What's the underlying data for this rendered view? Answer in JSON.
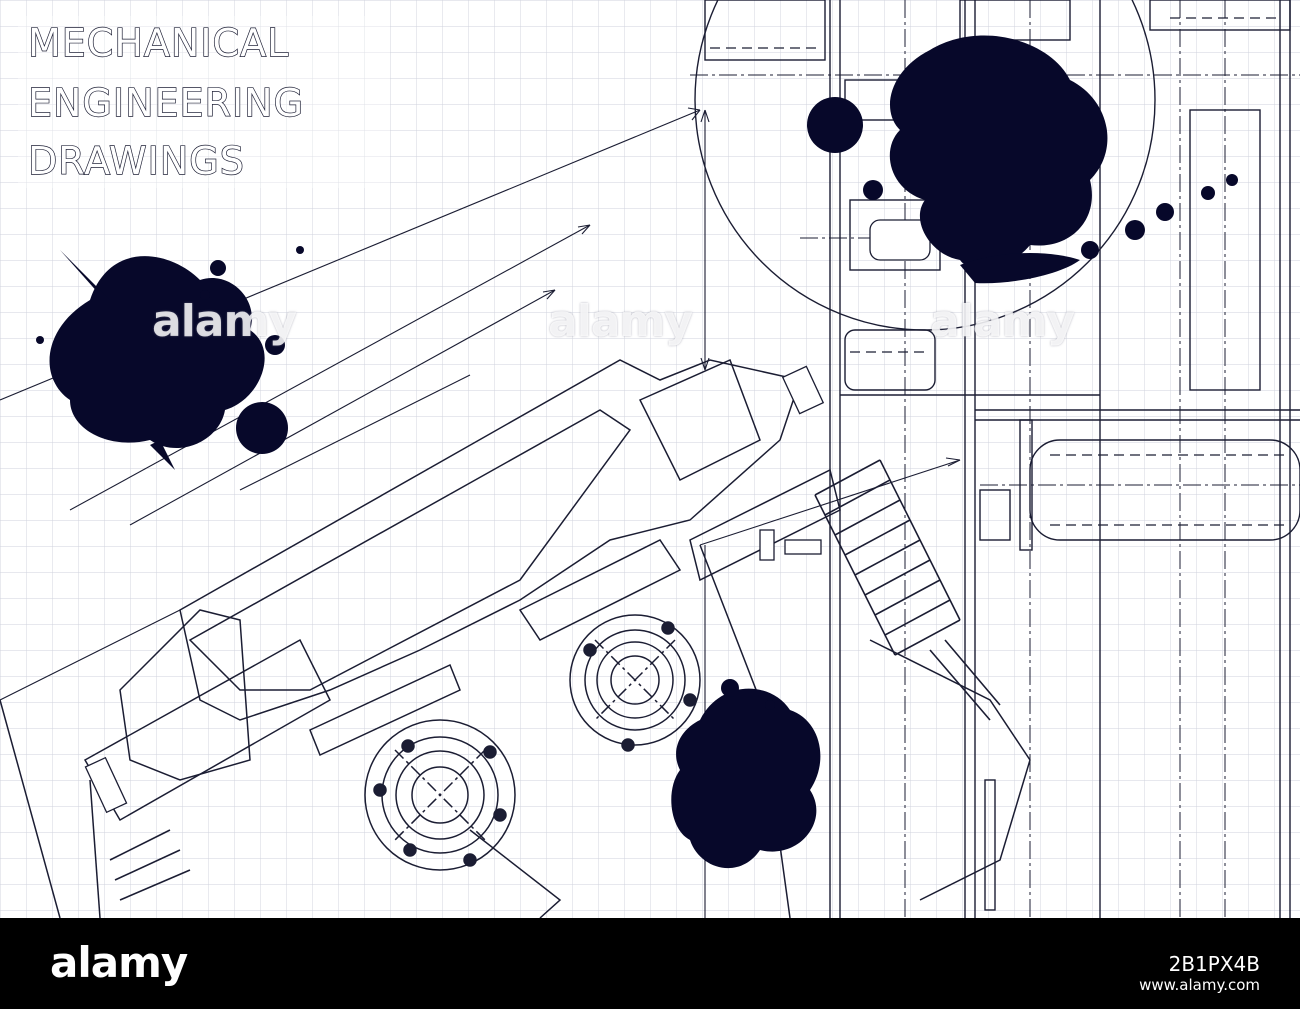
{
  "title": {
    "line1": "MECHANICAL",
    "line2": "ENGINEERING",
    "line3": "DRAWINGS"
  },
  "colors": {
    "paper": "#ffffff",
    "grid": "#c9ccd6",
    "ink": "#1b1d33",
    "blot": "#07082a",
    "footer": "#000000"
  },
  "watermark": {
    "text": "alamy"
  },
  "footer": {
    "logo": "alamy",
    "image_id": "2B1PX4B",
    "url": "www.alamy.com"
  }
}
